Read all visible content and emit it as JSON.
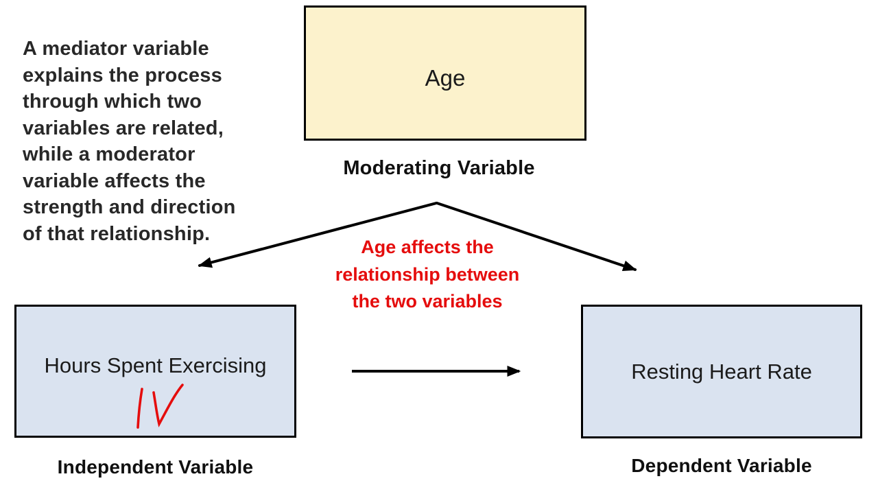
{
  "colors": {
    "background": "#FFFFFF",
    "moderator_box_fill": "#FCF2CC",
    "variable_box_fill": "#DAE3F0",
    "box_border": "#000000",
    "arrow": "#000000",
    "annotation_red": "#E50D0D",
    "text_dark": "#282828"
  },
  "definition": {
    "lines": [
      "A mediator variable",
      "explains the process",
      "through which two",
      "variables are related,",
      "while a moderator",
      "variable affects the",
      "strength and direction",
      "of that relationship."
    ]
  },
  "moderator": {
    "box_label": "Age",
    "caption": "Moderating Variable"
  },
  "moderation_note": {
    "lines": [
      "Age affects the",
      "relationship between",
      "the two variables"
    ]
  },
  "independent": {
    "box_label": "Hours Spent Exercising",
    "caption": "Independent Variable",
    "handwritten_annotation": "IV"
  },
  "dependent": {
    "box_label": "Resting Heart Rate",
    "caption": "Dependent Variable"
  }
}
